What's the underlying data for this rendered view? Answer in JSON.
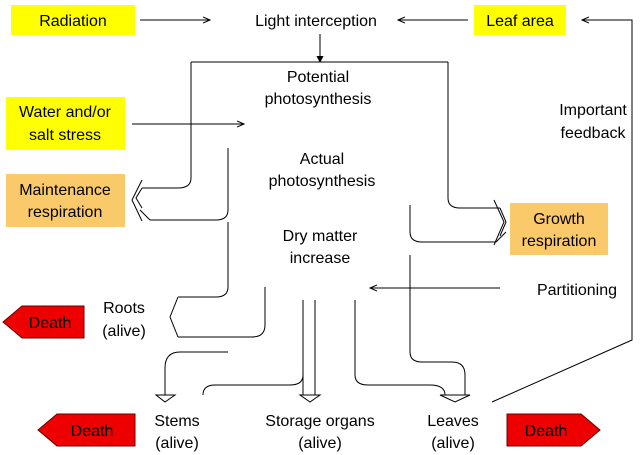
{
  "colors": {
    "yellow": "#ffff00",
    "orange": "#f9c96a",
    "red": "#ee0000",
    "line": "#000000"
  },
  "nodes": {
    "radiation": "Radiation",
    "light_interception": "Light interception",
    "leaf_area": "Leaf area",
    "potential_photosynthesis": [
      "Potential",
      "photosynthesis"
    ],
    "water_salt_stress": [
      "Water and/or",
      "salt stress"
    ],
    "important_feedback": [
      "Important",
      "feedback"
    ],
    "actual_photosynthesis": [
      "Actual",
      "photosynthesis"
    ],
    "maintenance_respiration": [
      "Maintenance",
      "respiration"
    ],
    "growth_respiration": [
      "Growth",
      "respiration"
    ],
    "dry_matter_increase": [
      "Dry matter",
      "increase"
    ],
    "partitioning": "Partitioning",
    "roots": [
      "Roots",
      "(alive)"
    ],
    "stems": [
      "Stems",
      "(alive)"
    ],
    "storage_organs": [
      "Storage organs",
      "(alive)"
    ],
    "leaves": [
      "Leaves",
      "(alive)"
    ]
  },
  "death_labels": {
    "roots": "Death",
    "stems": "Death",
    "leaves": "Death"
  }
}
